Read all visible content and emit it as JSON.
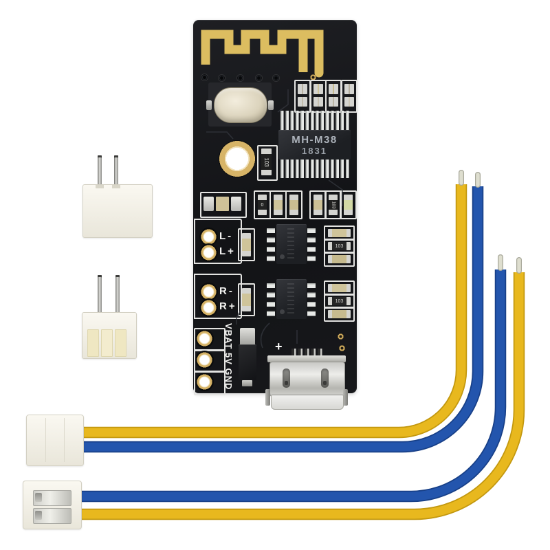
{
  "scene": {
    "description": "Product photo: black MH-M38 Bluetooth audio receiver PCB with gold meander antenna, micro-USB port, two white 2-pin headers, and two JST plug leads with yellow and blue wires on white background"
  },
  "board": {
    "chip": {
      "line1": "MH-M38",
      "line2": "1831"
    },
    "labels": {
      "l_minus": "L-",
      "l_plus": "L+",
      "r_minus": "R-",
      "r_plus": "R+",
      "power": "VBAT 5V GND",
      "usb_plus": "+"
    },
    "markings": {
      "resistor_103": "103",
      "resistor_0": "0"
    }
  },
  "colors": {
    "pcb": "#17181b",
    "antenna_gold": "#dcbd60",
    "pad_gold": "#d5b266",
    "silkscreen": "#e4e4e2",
    "wire_yellow": "#e8b81e",
    "wire_blue": "#2355ad",
    "tinned_tip": "#d8d8ca",
    "connector_white": "#f2efe5",
    "background": "#ffffff"
  }
}
